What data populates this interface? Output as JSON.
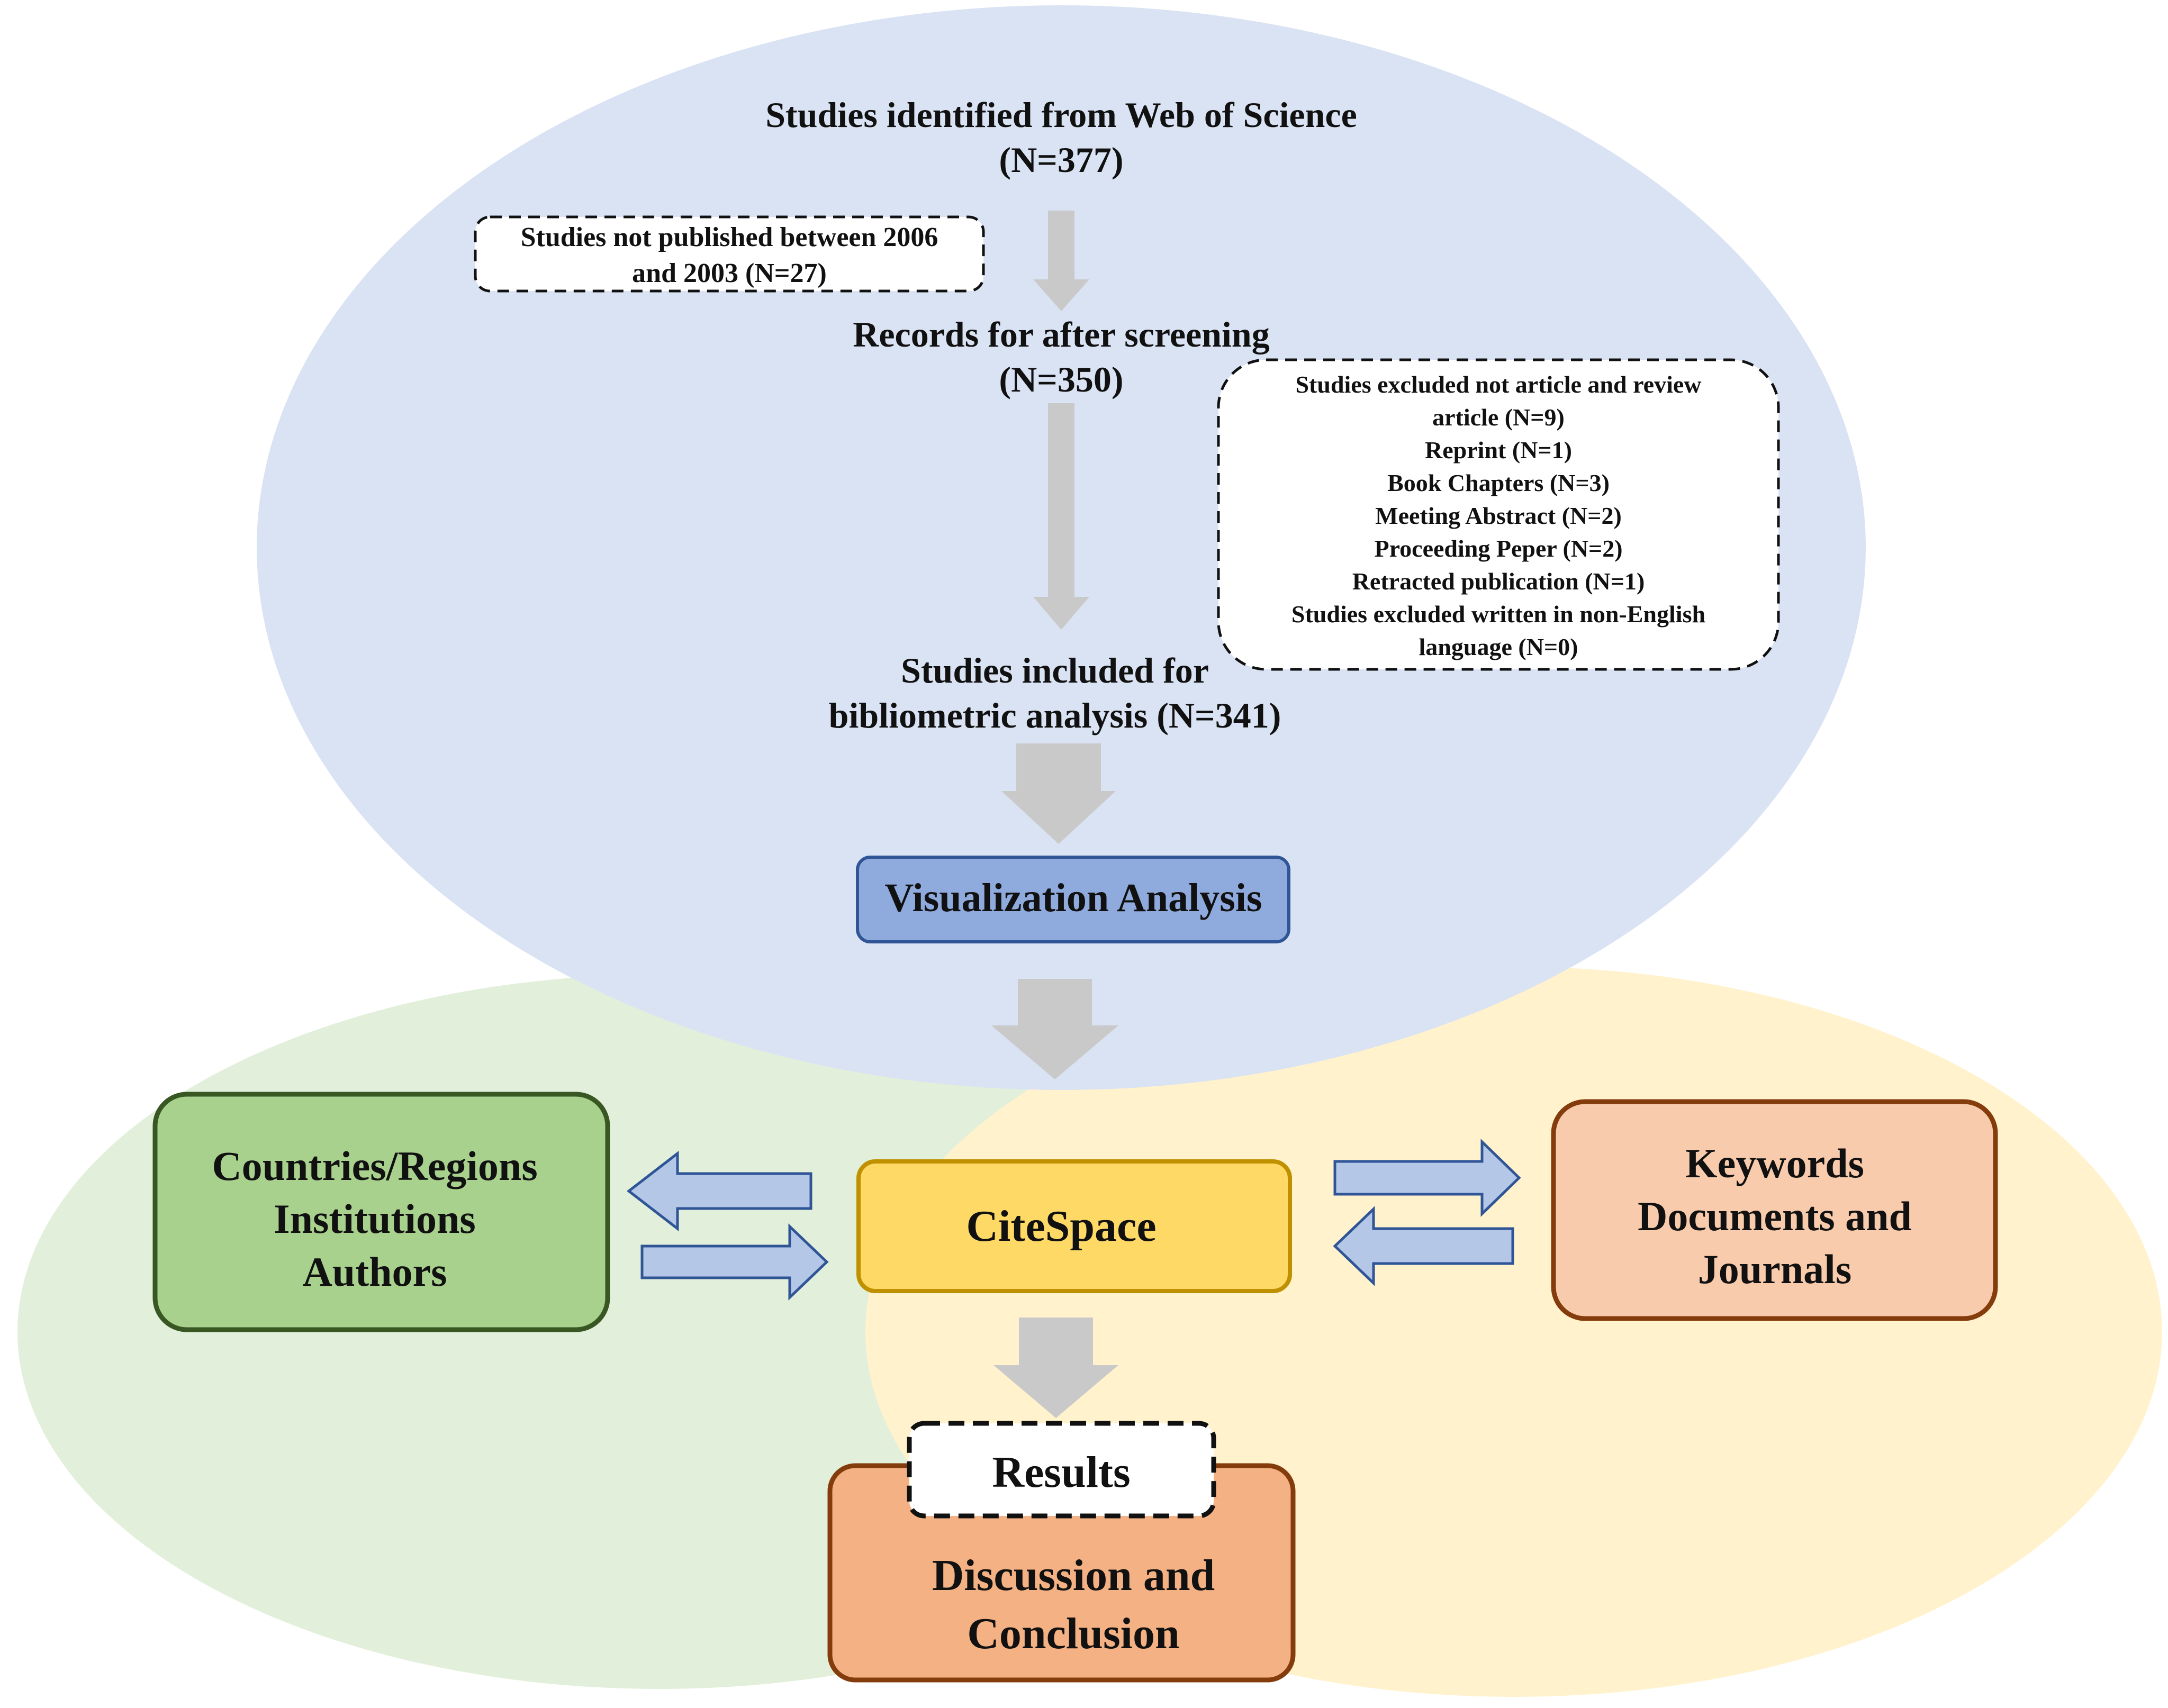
{
  "source": {
    "line1": "Studies identified from Web of Science",
    "line2": "(N=377)"
  },
  "exclusion_date": {
    "line1": "Studies not published between 2006",
    "line2": "and 2003 (N=27)"
  },
  "screened": {
    "line1": "Records for after screening",
    "line2": "(N=350)"
  },
  "exclusion_type": {
    "lines": [
      "Studies excluded not article and review",
      "article (N=9)",
      "Reprint (N=1)",
      "Book Chapters (N=3)",
      "Meeting Abstract (N=2)",
      "Proceeding Peper (N=2)",
      "Retracted publication (N=1)",
      "Studies excluded written in non-English",
      "language (N=0)"
    ]
  },
  "included": {
    "line1": "Studies included for",
    "line2": "bibliometric analysis (N=341)"
  },
  "visualization": {
    "label": "Visualization Analysis"
  },
  "citespace": {
    "label": "CiteSpace"
  },
  "left_box": {
    "lines": [
      "Countries/Regions",
      "Institutions",
      "Authors"
    ]
  },
  "right_box": {
    "lines": [
      "Keywords",
      "Documents and",
      "Journals"
    ]
  },
  "results": {
    "label": "Results"
  },
  "discussion": {
    "lines": [
      "Discussion and",
      "Conclusion"
    ]
  },
  "colors": {
    "blue_ellipse": "#dae3f3",
    "green_ellipse": "#e2efda",
    "yellow_ellipse": "#fff2cc",
    "visualization_fill": "#8faadc",
    "visualization_border": "#2f5597",
    "citespace_fill": "#ffd966",
    "citespace_border": "#bf9000",
    "left_fill": "#a9d18e",
    "left_border": "#385723",
    "right_fill": "#f8cbad",
    "right_border": "#843c0c",
    "discussion_fill": "#f4b183",
    "discussion_border": "#843c0c",
    "gray_arrow": "#c9c9c9",
    "blue_arrow": "#b4c7e7"
  }
}
